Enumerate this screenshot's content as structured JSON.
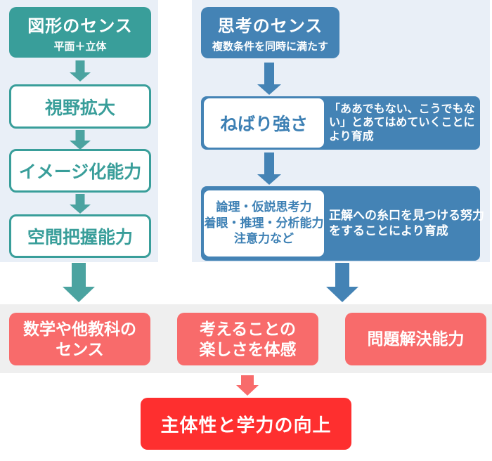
{
  "colors": {
    "teal": "#399e9a",
    "teal_arrow": "#4ba3a0",
    "blue": "#4483b5",
    "blue_text": "#3d80b4",
    "panel_bg": "#e9eff7",
    "gray_band": "#efefef",
    "salmon": "#f86b6b",
    "bright_red": "#fe2f2f"
  },
  "shape_sense": {
    "header": {
      "title": "図形のセンス",
      "subtitle": "平面＋立体"
    },
    "steps": [
      "視野拡大",
      "イメージ化能力",
      "空間把握能力"
    ]
  },
  "thinking_sense": {
    "header": {
      "title": "思考のセンス",
      "subtitle": "複数条件を同時に満たす"
    },
    "rows": [
      {
        "label_lines": [
          "ねばり強さ"
        ],
        "note": "「ああでもない、こうでもない」とあてはめていくことにより育成"
      },
      {
        "label_lines": [
          "論理・仮説思考力",
          "着眼・推理・分析能力",
          "注意力など"
        ],
        "note": "正解への糸口を見つける努力をすることにより育成"
      }
    ]
  },
  "outcomes": [
    {
      "lines": [
        "数学や他教科の",
        "センス"
      ]
    },
    {
      "lines": [
        "考えることの",
        "楽しさを体感"
      ]
    },
    {
      "lines": [
        "問題解決能力"
      ]
    }
  ],
  "final_outcome": {
    "label": "主体性と学力の向上"
  }
}
